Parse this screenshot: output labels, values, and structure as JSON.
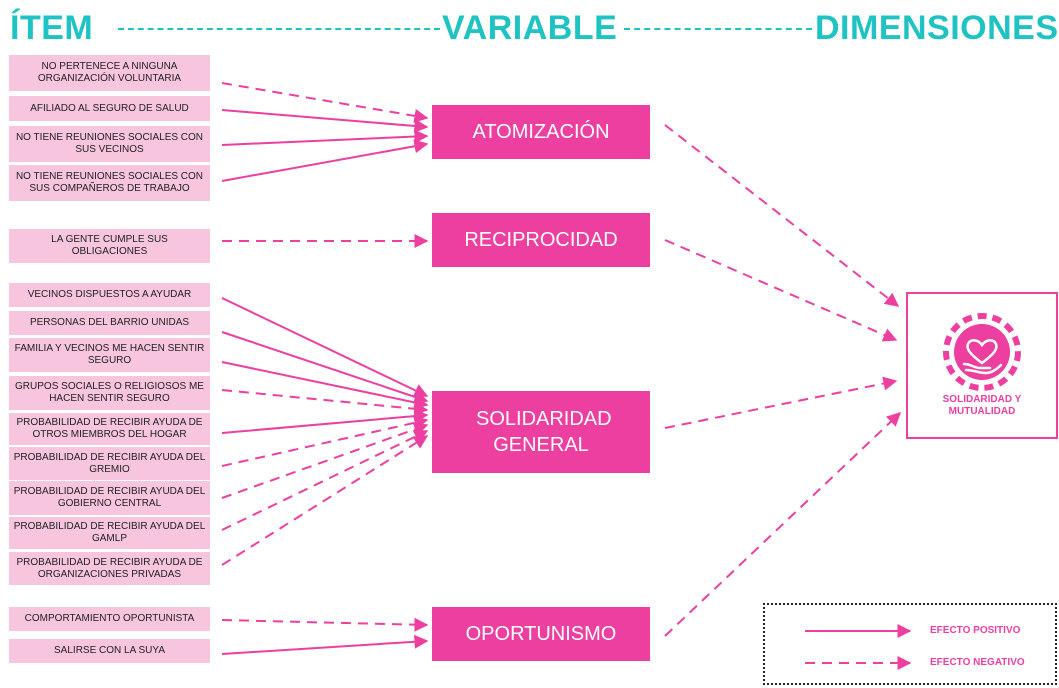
{
  "headers": {
    "item": "ÍTEM",
    "variable": "VARIABLE",
    "dimension": "DIMENSIONES"
  },
  "items": [
    {
      "label": "NO PERTENECE A NINGUNA ORGANIZACIÓN VOLUNTARIA",
      "target": "atomizacion",
      "effect": "negative"
    },
    {
      "label": "AFILIADO AL SEGURO DE SALUD",
      "target": "atomizacion",
      "effect": "positive"
    },
    {
      "label": "NO TIENE REUNIONES SOCIALES CON SUS VECINOS",
      "target": "atomizacion",
      "effect": "positive"
    },
    {
      "label": "NO TIENE REUNIONES SOCIALES CON SUS COMPAÑEROS DE TRABAJO",
      "target": "atomizacion",
      "effect": "positive"
    },
    {
      "label": "LA GENTE CUMPLE SUS OBLIGACIONES",
      "target": "reciprocidad",
      "effect": "negative"
    },
    {
      "label": "VECINOS DISPUESTOS A AYUDAR",
      "target": "solidaridad",
      "effect": "positive"
    },
    {
      "label": "PERSONAS DEL BARRIO UNIDAS",
      "target": "solidaridad",
      "effect": "positive"
    },
    {
      "label": "FAMILIA Y VECINOS ME HACEN SENTIR SEGURO",
      "target": "solidaridad",
      "effect": "positive"
    },
    {
      "label": "GRUPOS SOCIALES O RELIGIOSOS ME HACEN SENTIR SEGURO",
      "target": "solidaridad",
      "effect": "negative"
    },
    {
      "label": "PROBABILIDAD DE RECIBIR AYUDA DE OTROS MIEMBROS DEL HOGAR",
      "target": "solidaridad",
      "effect": "positive"
    },
    {
      "label": "PROBABILIDAD DE RECIBIR AYUDA DEL GREMIO",
      "target": "solidaridad",
      "effect": "negative"
    },
    {
      "label": "PROBABILIDAD DE RECIBIR AYUDA DEL GOBIERNO CENTRAL",
      "target": "solidaridad",
      "effect": "negative"
    },
    {
      "label": "PROBABILIDAD DE RECIBIR AYUDA DEL GAMLP",
      "target": "solidaridad",
      "effect": "negative"
    },
    {
      "label": "PROBABILIDAD DE RECIBIR AYUDA DE ORGANIZACIONES PRIVADAS",
      "target": "solidaridad",
      "effect": "negative"
    },
    {
      "label": "COMPORTAMIENTO OPORTUNISTA",
      "target": "oportunismo",
      "effect": "negative"
    },
    {
      "label": "SALIRSE CON LA SUYA",
      "target": "oportunismo",
      "effect": "positive"
    }
  ],
  "variables": {
    "atomizacion": {
      "label": "ATOMIZACIÓN",
      "effect": "negative"
    },
    "reciprocidad": {
      "label": "RECIPROCIDAD",
      "effect": "negative"
    },
    "solidaridad": {
      "label": "SOLIDARIDAD GENERAL",
      "effect": "negative"
    },
    "oportunismo": {
      "label": "OPORTUNISMO",
      "effect": "negative"
    }
  },
  "dimension": {
    "label": "SOLIDARIDAD Y MUTUALIDAD",
    "icon": "heart-in-hand-icon"
  },
  "legend": {
    "positive": "EFECTO POSITIVO",
    "negative": "EFECTO NEGATIVO"
  },
  "colors": {
    "accent": "#ec3fa0",
    "item_bg": "#f7c5dd",
    "header": "#20c3c3"
  }
}
